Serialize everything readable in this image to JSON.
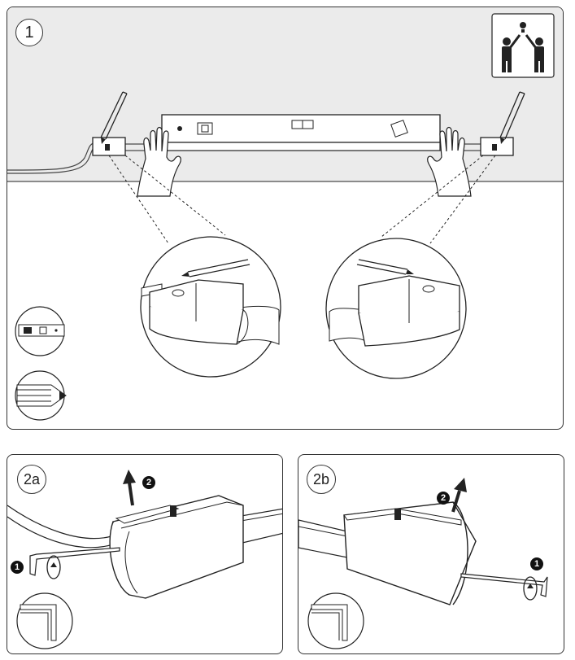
{
  "steps": {
    "step1": {
      "label": "1"
    },
    "step2a": {
      "label": "2a",
      "badge_first": "1",
      "badge_second": "2"
    },
    "step2b": {
      "label": "2b",
      "badge_first": "1",
      "badge_second": "2"
    }
  },
  "colors": {
    "wall": "#ebebeb",
    "line": "#222222",
    "panel_border": "#333333",
    "badge": "#111111"
  },
  "icons": {
    "two_person": "two-person-icon",
    "level_tool": "spirit-level-icon",
    "pencil": "pencil-icon",
    "hex_key": "hex-key-icon"
  }
}
